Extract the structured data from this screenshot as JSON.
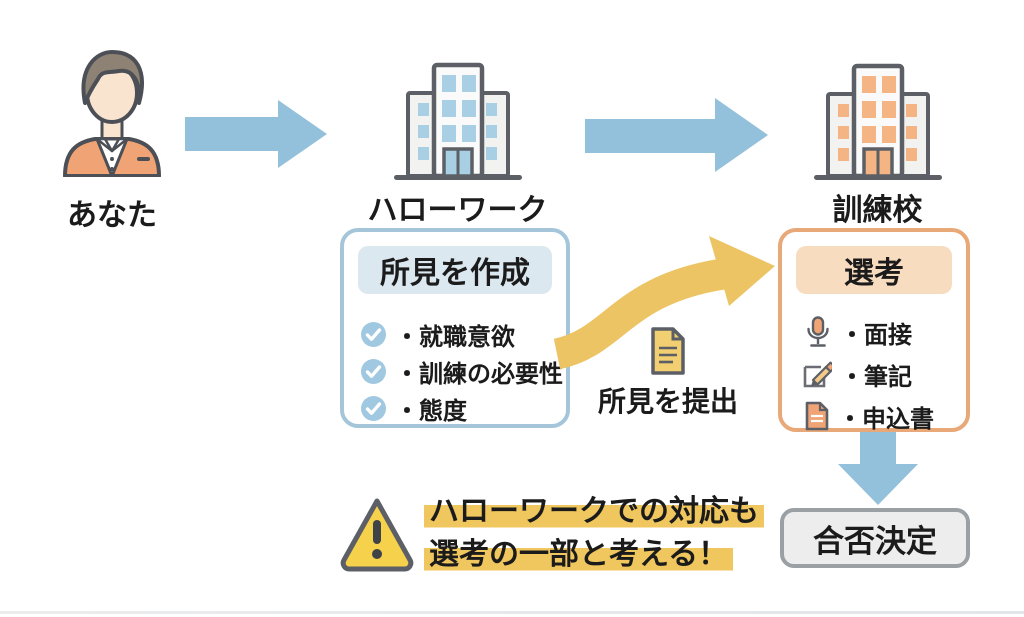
{
  "diagram": {
    "you_label": "あなた",
    "hellowork_label": "ハローワーク",
    "school_label": "訓練校",
    "shoken_box": {
      "title": "所見を作成",
      "items": [
        {
          "icon": "check-icon",
          "label": "・就職意欲"
        },
        {
          "icon": "check-icon",
          "label": "・訓練の必要性"
        },
        {
          "icon": "check-icon",
          "label": "・態度"
        }
      ]
    },
    "submit_label": "所見を提出",
    "senko_box": {
      "title": "選考",
      "items": [
        {
          "icon": "microphone-icon",
          "label": "・面接"
        },
        {
          "icon": "pencil-icon",
          "label": "・筆記"
        },
        {
          "icon": "document-icon",
          "label": "・申込書"
        }
      ]
    },
    "decision_label": "合否決定",
    "warning_line1": "ハローワークでの対応も",
    "warning_line2": "選考の一部と考える！"
  },
  "colors": {
    "arrow_blue": "#93c0da",
    "swoosh_yellow": "#edc464",
    "blue_box_border": "#a5c6da",
    "blue_box_fill": "#dce8f0",
    "orange_box_border": "#e8a878",
    "orange_box_fill": "#f8dcc0",
    "decision_bg": "#ededed",
    "decision_border": "#9aa0a4",
    "highlight_yellow": "#f0c75e",
    "warning_yellow": "#f6d14b",
    "windows_blue": "#a9cfe4",
    "windows_orange": "#f4b483",
    "text_dark": "#1b1b1b"
  }
}
